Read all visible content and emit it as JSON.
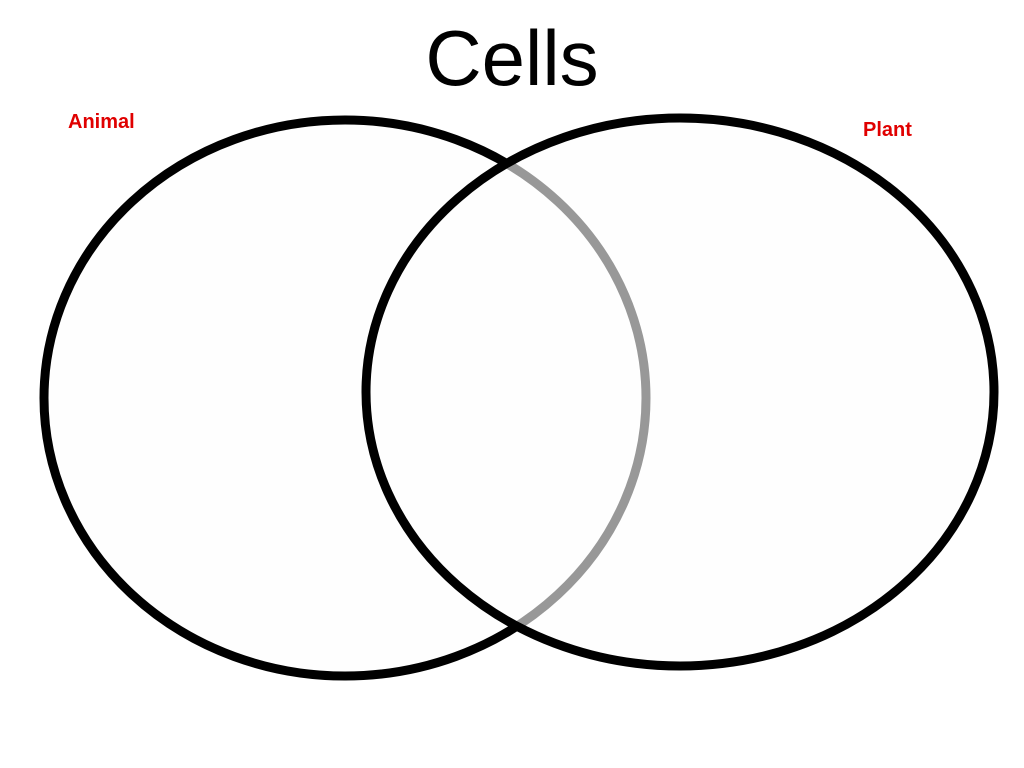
{
  "slide": {
    "title": "Cells"
  },
  "diagram": {
    "type": "venn",
    "sets": [
      {
        "label": "Animal",
        "label_color": "#e00000"
      },
      {
        "label": "Plant",
        "label_color": "#e00000"
      }
    ],
    "outline_color": "#000000",
    "fill_color": "#fdfdfd"
  }
}
